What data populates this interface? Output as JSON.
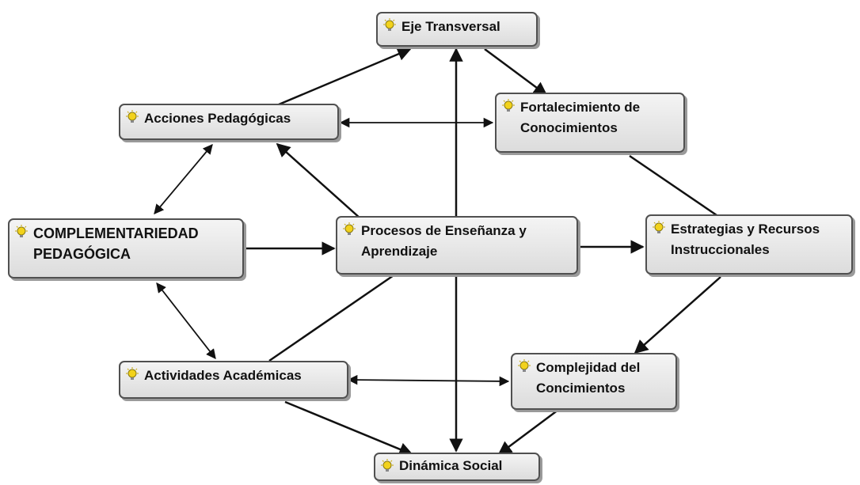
{
  "nodes": {
    "eje": "Eje Transversal",
    "acciones": "Acciones Pedagógicas",
    "fortalecimiento": "Fortalecimiento de\nConocimientos",
    "complementariedad": "COMPLEMENTARIEDAD\nPEDAGÓGICA",
    "procesos": "Procesos de Enseñanza y\nAprendizaje",
    "estrategias": "Estrategias y Recursos\nInstruccionales",
    "actividades": "Actividades Académicas",
    "complejidad": "Complejidad del\nConcimientos",
    "dinamica": "Dinámica Social"
  },
  "colors": {
    "node_border": "#505050",
    "node_fill": "#e6e6e6",
    "edge": "#111111",
    "bulb": "#f2d21b"
  },
  "icon": "lightbulb-icon"
}
